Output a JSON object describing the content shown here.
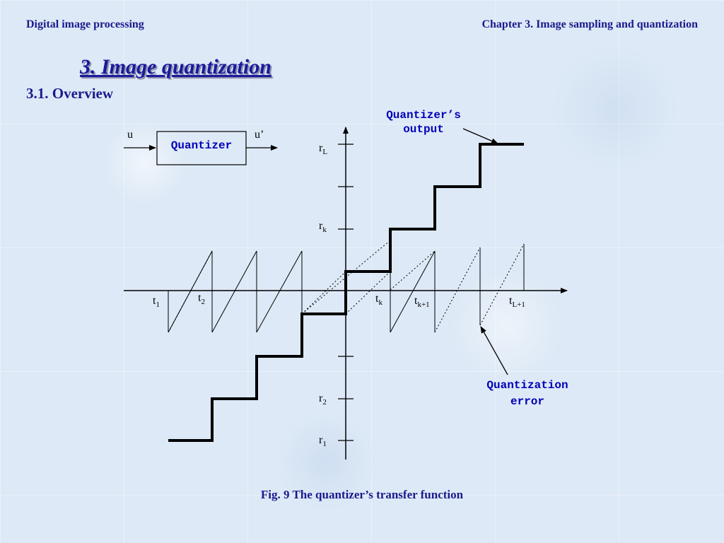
{
  "header": {
    "left": "Digital image processing",
    "right": "Chapter 3.  Image sampling and quantization"
  },
  "title": "3. Image quantization",
  "subtitle": "3.1. Overview",
  "block": {
    "input": "u",
    "label": "Quantizer",
    "output": "u’"
  },
  "callouts": {
    "output_line1": "Quantizer’s",
    "output_line2": "output",
    "error_line1": "Quantization",
    "error_line2": "error"
  },
  "levels": {
    "rL": {
      "base": "r",
      "sub": "L"
    },
    "rk": {
      "base": "r",
      "sub": "k"
    },
    "r2": {
      "base": "r",
      "sub": "2"
    },
    "r1": {
      "base": "r",
      "sub": "1"
    }
  },
  "thresholds": {
    "t1": {
      "base": "t",
      "sub": "1"
    },
    "t2": {
      "base": "t",
      "sub": "2"
    },
    "tk": {
      "base": "t",
      "sub": "k"
    },
    "tk1": {
      "base": "t",
      "sub": "k+1"
    },
    "tL1": {
      "base": "t",
      "sub": "L+1"
    }
  },
  "caption": "Fig. 9 The quantizer’s transfer function",
  "colors": {
    "heading": "#1a1a8c",
    "mono_text": "#0000b8",
    "background": "#dde9f6"
  }
}
